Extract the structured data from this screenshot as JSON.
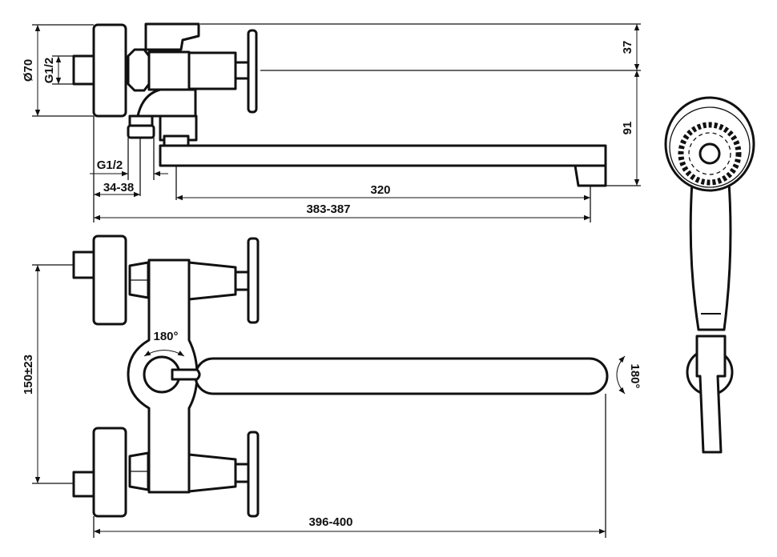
{
  "title": "Bath mixer with long swivel spout – dimensional drawing",
  "dimensions": {
    "flange_diameter": "Ø70",
    "inlet_thread": "G1/2",
    "outlet_thread": "G1/2",
    "outlet_offset": "34-38",
    "spout_length": "320",
    "overall_length_side": "383-387",
    "top_height": "37",
    "spout_height": "91",
    "inlet_spacing": "150±23",
    "overall_length_front": "396-400"
  },
  "rotation": {
    "diverter": "180°",
    "spout": "180°"
  },
  "colors": {
    "line": "#111111",
    "background": "#ffffff"
  }
}
